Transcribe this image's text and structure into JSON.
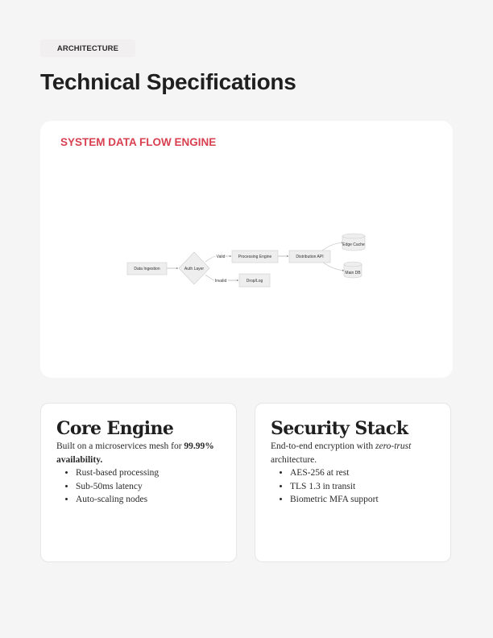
{
  "header": {
    "tag": "ARCHITECTURE",
    "title": "Technical Specifications"
  },
  "diagram": {
    "title": "SYSTEM DATA FLOW ENGINE",
    "nodes": {
      "ingestion": "Data Ingestion",
      "auth": "Auth Layer",
      "processing": "Processing Engine",
      "distribution": "Distribution API",
      "edge_cache": "Edge Cache",
      "main_db": "Main DB",
      "drop": "Drop/Log"
    },
    "edges": {
      "valid": "Valid",
      "invalid": "Invalid"
    },
    "colors": {
      "accent": "#d84050",
      "node_fill": "#eeeeee",
      "node_stroke": "#cccccc"
    }
  },
  "cards": [
    {
      "title": "Core Engine",
      "desc_prefix": "Built on a microservices mesh for ",
      "desc_emphasis": "99.99% availability",
      "desc_suffix": ".",
      "bullets": [
        "Rust-based processing",
        "Sub-50ms latency",
        "Auto-scaling nodes"
      ]
    },
    {
      "title": "Security Stack",
      "desc_prefix": "End-to-end encryption with ",
      "desc_emphasis": "zero-trust",
      "desc_suffix": " architecture.",
      "bullets": [
        "AES-256 at rest",
        "TLS 1.3 in transit",
        "Biometric MFA support"
      ]
    }
  ]
}
